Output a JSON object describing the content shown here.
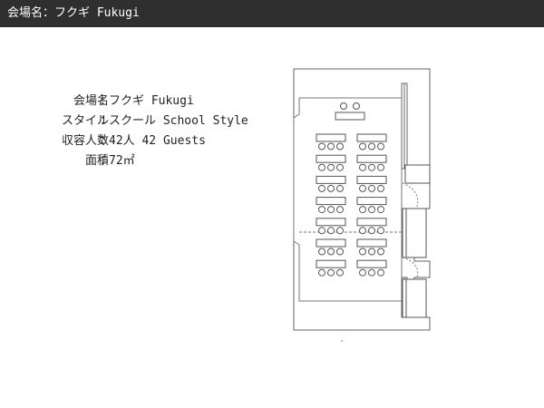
{
  "header": {
    "title": "会場名：フクギ Fukugi"
  },
  "venue_info": [
    {
      "label": "会場名",
      "value": "フクギ Fukugi"
    },
    {
      "label": "スタイル",
      "value": "スクール School Style"
    },
    {
      "label": "収容人数",
      "value": "42人 42 Guests"
    },
    {
      "label": "面積",
      "value": "72㎡"
    }
  ],
  "colon": "：",
  "floorplan": {
    "layout_style": "school",
    "desk_rows_per_column": 7,
    "desk_columns": 2,
    "seats_per_desk": 3,
    "line_color": "#555555"
  }
}
